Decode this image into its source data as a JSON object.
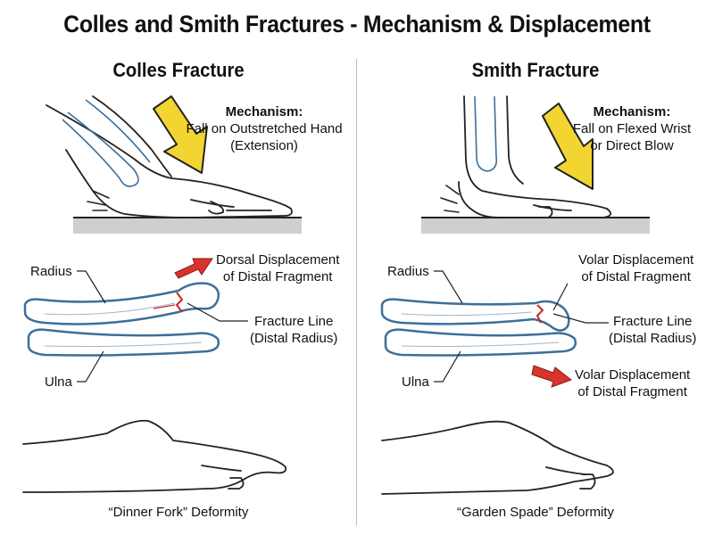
{
  "title": "Colles and Smith Fractures - Mechanism & Displacement",
  "colors": {
    "bone_outline": "#3d6f99",
    "bone_fill": "#ffffff",
    "arrow_yellow": "#f2d531",
    "arrow_red": "#d8342c",
    "fracture_line": "#cc2222",
    "ground": "#cfcfcf"
  },
  "panels": [
    {
      "id": "colles",
      "title": "Colles Fracture",
      "mechanism_heading": "Mechanism:",
      "mechanism_lines": [
        "Fall on Outstretched Hand",
        "(Extension)"
      ],
      "radius_label": "Radius",
      "ulna_label": "Ulna",
      "displacement_lines": [
        "Dorsal Displacement",
        "of Distal Fragment"
      ],
      "fracture_lines": [
        "Fracture Line",
        "(Distal Radius)"
      ],
      "deformity": "“Dinner Fork” Deformity"
    },
    {
      "id": "smith",
      "title": "Smith Fracture",
      "mechanism_heading": "Mechanism:",
      "mechanism_lines": [
        "Fall on Flexed Wrist",
        "or Direct Blow"
      ],
      "radius_label": "Radius",
      "ulna_label": "Ulna",
      "displacement_top_lines": [
        "Volar Displacement",
        "of Distal Fragment"
      ],
      "fracture_lines": [
        "Fracture Line",
        "(Distal Radius)"
      ],
      "displacement_bottom_lines": [
        "Volar Displacement",
        "of Distal Fragment"
      ],
      "deformity": "“Garden Spade” Deformity"
    }
  ]
}
